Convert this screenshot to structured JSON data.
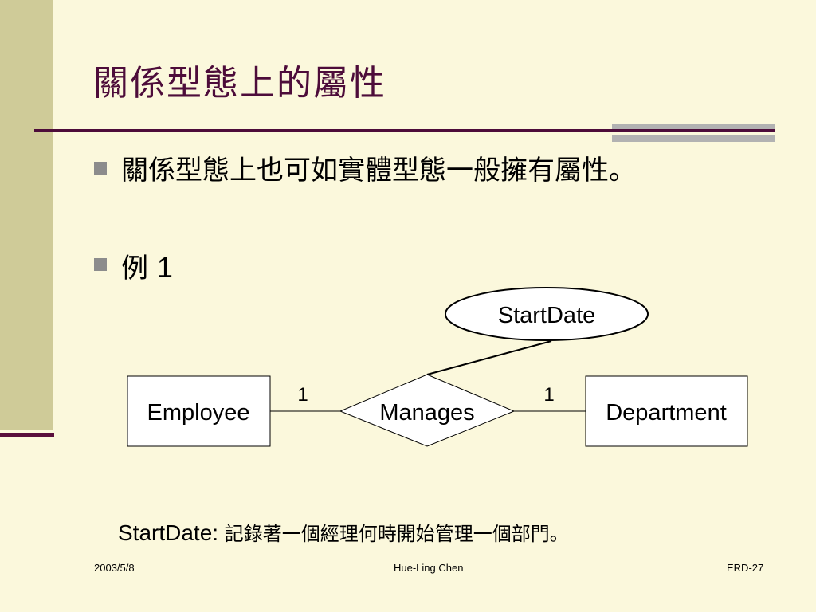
{
  "slide": {
    "title": "關係型態上的屬性",
    "bullets": [
      {
        "text": "關係型態上也可如實體型態一般擁有屬性。"
      },
      {
        "prefix": "例 ",
        "number": "1"
      }
    ],
    "diagram": {
      "attribute": "StartDate",
      "entity_left": "Employee",
      "relationship": "Manages",
      "entity_right": "Department",
      "card_left": "1",
      "card_right": "1"
    },
    "note": {
      "label": "StartDate:",
      "text": " 記錄著一個經理何時開始管理一個部門。"
    },
    "footer": {
      "date": "2003/5/8",
      "author": "Hue-Ling Chen",
      "page": "ERD-27"
    }
  },
  "colors": {
    "background": "#fbf8dc",
    "sidebar": "#cfcb98",
    "title": "#4d0c3a"
  }
}
